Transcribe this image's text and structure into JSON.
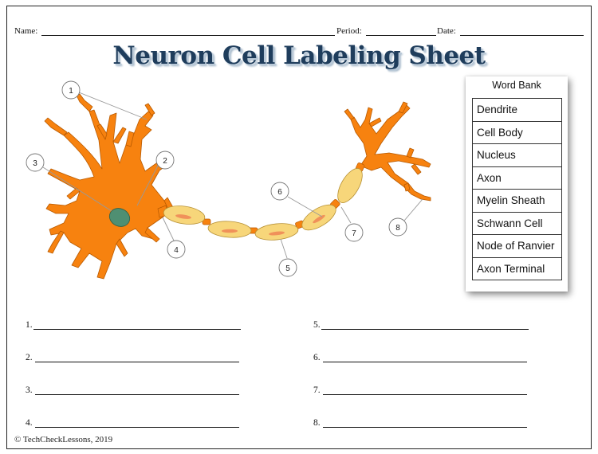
{
  "header": {
    "name_label": "Name:",
    "period_label": "Period:",
    "date_label": "Date:"
  },
  "title": "Neuron Cell Labeling Sheet",
  "word_bank": {
    "title": "Word Bank",
    "items": [
      "Dendrite",
      "Cell Body",
      "Nucleus",
      "Axon",
      "Myelin Sheath",
      "Schwann Cell",
      "Node of Ranvier",
      "Axon Terminal"
    ]
  },
  "callouts": [
    "1",
    "2",
    "3",
    "4",
    "5",
    "6",
    "7",
    "8"
  ],
  "answers": [
    "1.",
    "2.",
    "3.",
    "4.",
    "5.",
    "6.",
    "7.",
    "8."
  ],
  "copyright": "© TechCheckLessons, 2019",
  "colors": {
    "neuron_orange": "#f7820f",
    "myelin_yellow": "#f7d67a",
    "nucleus_green": "#4f8f72",
    "title_blue": "#1f3d5c"
  }
}
